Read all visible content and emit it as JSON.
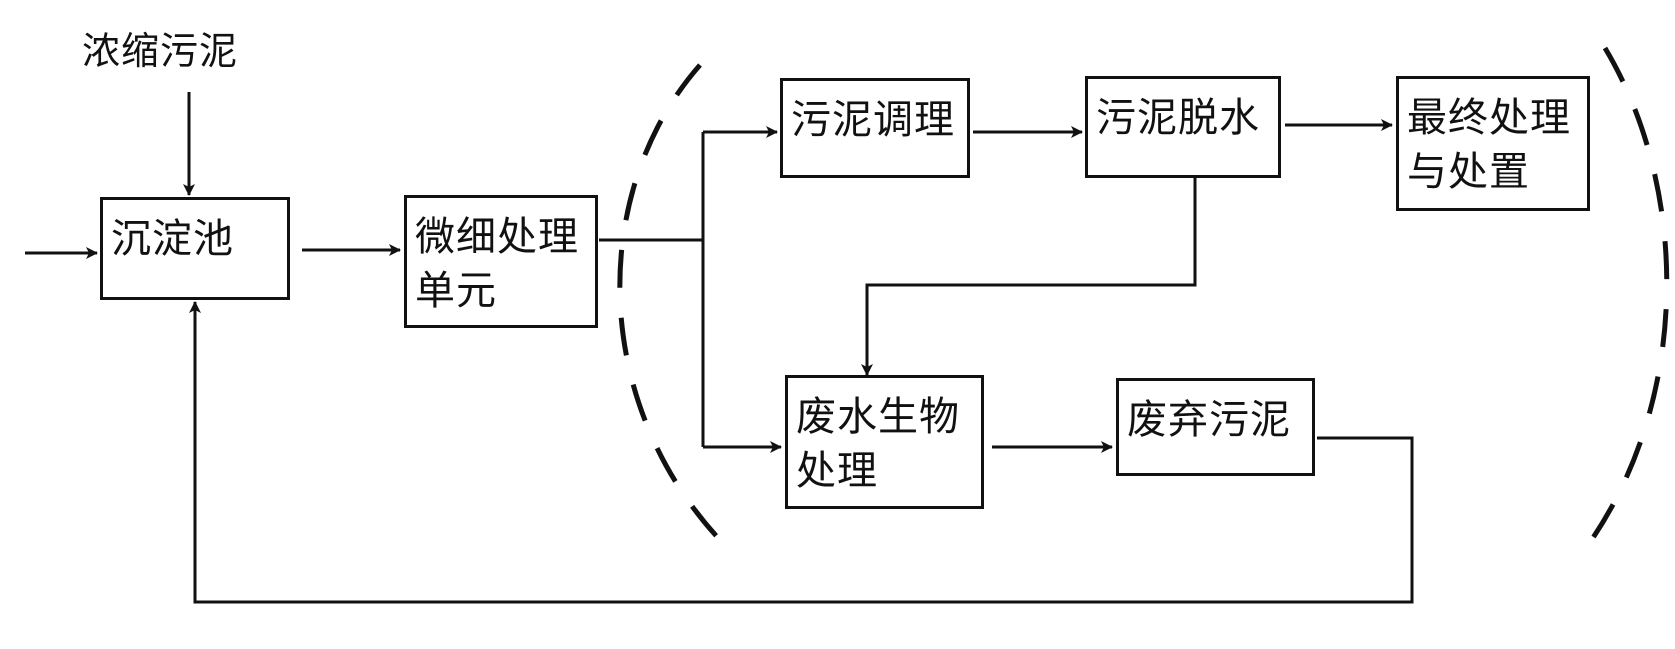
{
  "input_label": "浓缩污泥",
  "nodes": {
    "sedimentation_tank": "沉淀池",
    "micro_treatment_unit": "微细处理\n单元",
    "sludge_conditioning": "污泥调理",
    "sludge_dewatering": "污泥脱水",
    "final_treatment_disposal": "最终处理\n与处置",
    "wastewater_bio_treatment": "废水生物\n处理",
    "waste_sludge": "废弃污泥"
  }
}
